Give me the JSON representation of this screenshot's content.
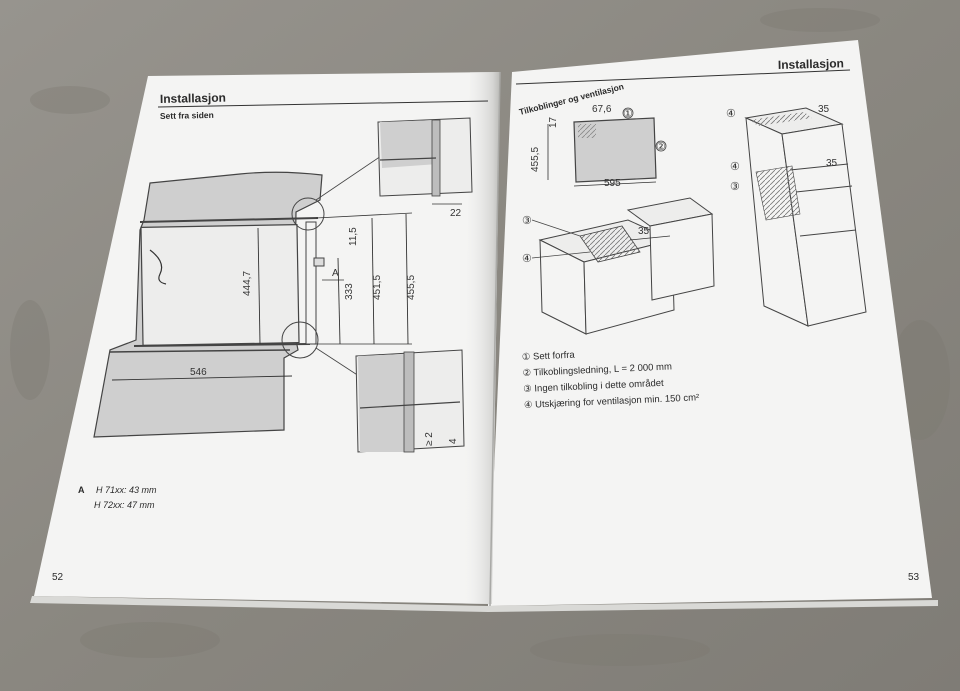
{
  "left_page": {
    "heading": "Installasjon",
    "subheading": "Sett fra siden",
    "dims": {
      "d22": "22",
      "d115": "11,5",
      "d4447": "444,7",
      "d333": "333",
      "d4515": "451,5",
      "d4555": "455,5",
      "dA": "A",
      "d546": "546",
      "d2": "≥ 2",
      "d4": "4"
    },
    "note_letter": "A",
    "note_line1": "H 71xx: 43 mm",
    "note_line2": "H 72xx: 47 mm",
    "page_number": "52"
  },
  "right_page": {
    "heading": "Installasjon",
    "subheading": "Tilkoblinger og ventilasjon",
    "dims": {
      "d676": "67,6",
      "d17": "17",
      "d4555": "455,5",
      "d595": "595",
      "d35a": "35",
      "d35b": "35",
      "d35c": "35"
    },
    "callouts": {
      "c1": "①",
      "c2": "②",
      "c3a": "③",
      "c4a": "④",
      "c3b": "③",
      "c4b": "④",
      "c4c": "④"
    },
    "legend": [
      "① Sett forfra",
      "② Tilkoblingsledning, L = 2 000 mm",
      "③ Ingen tilkobling i dette området",
      "④ Utskjæring for ventilasjon min. 150 cm²"
    ],
    "page_number": "53"
  },
  "colors": {
    "background": "#8d8a84",
    "page": "#f4f4f3",
    "cabinet_fill": "#cfcfcf",
    "ink": "#2b2b2b"
  }
}
